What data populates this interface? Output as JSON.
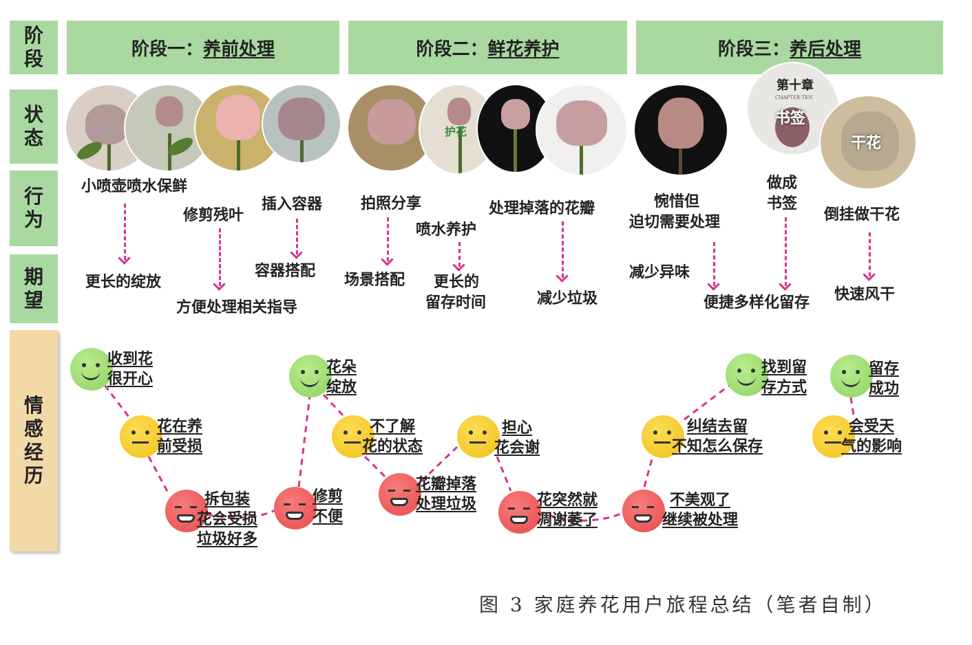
{
  "rows": {
    "stage": "阶段",
    "state": "状态",
    "behavior": "行为",
    "expectation": "期望",
    "emotion": "情感经历"
  },
  "phases": [
    {
      "prefix": "阶段一：",
      "name": "养前处理"
    },
    {
      "prefix": "阶段二：",
      "name": "鲜花养护"
    },
    {
      "prefix": "阶段三：",
      "name": "养后处理"
    }
  ],
  "photo_text": {
    "chapter": "第十章",
    "chapter_en": "CHAPTER TEN",
    "bookmark": "书签",
    "dried": "干花",
    "huhua": "护花"
  },
  "behaviors": [
    "小喷壶喷水保鲜",
    "修剪残叶",
    "插入容器",
    "拍照分享",
    "喷水养护",
    "处理掉落的花瓣",
    "惋惜但",
    "迫切需要处理",
    "做成",
    "书签",
    "倒挂做干花"
  ],
  "expectations": [
    "更长的绽放",
    "方便处理相关指导",
    "容器搭配",
    "场景搭配",
    "更长的",
    "留存时间",
    "减少垃圾",
    "减少异味",
    "便捷多样化留存",
    "快速风干"
  ],
  "emotions": [
    {
      "mood": "happy",
      "line1": "收到花",
      "line2": "很开心",
      "line3": ""
    },
    {
      "mood": "neutral",
      "line1": "花在养",
      "line2": "前受损",
      "line3": ""
    },
    {
      "mood": "sad",
      "line1": "拆包装",
      "line2": "花会受损",
      "line3": "垃圾好多"
    },
    {
      "mood": "sad",
      "line1": "修剪",
      "line2": "不便",
      "line3": ""
    },
    {
      "mood": "happy",
      "line1": "花朵",
      "line2": "绽放",
      "line3": ""
    },
    {
      "mood": "neutral",
      "line1": "不了解",
      "line2": "花的状态",
      "line3": ""
    },
    {
      "mood": "sad",
      "line1": "花瓣掉落",
      "line2": "处理垃圾",
      "line3": ""
    },
    {
      "mood": "neutral",
      "line1": "担心",
      "line2": "花会谢",
      "line3": ""
    },
    {
      "mood": "sad",
      "line1": "花突然就",
      "line2": "凋谢萎了",
      "line3": ""
    },
    {
      "mood": "sad",
      "line1": "不美观了",
      "line2": "继续被处理",
      "line3": ""
    },
    {
      "mood": "neutral",
      "line1": "纠结去留",
      "line2": "不知怎么保存",
      "line3": ""
    },
    {
      "mood": "happy",
      "line1": "找到留",
      "line2": "存方式",
      "line3": ""
    },
    {
      "mood": "neutral",
      "line1": "会受天",
      "line2": "气的影响",
      "line3": ""
    },
    {
      "mood": "happy",
      "line1": "留存",
      "line2": "成功",
      "line3": ""
    }
  ],
  "caption": "图 3 家庭养花用户旅程总结（笔者自制）",
  "colors": {
    "green": "#a9d9a1",
    "tan": "#f4d9a8",
    "arrow": "#d6338a"
  }
}
